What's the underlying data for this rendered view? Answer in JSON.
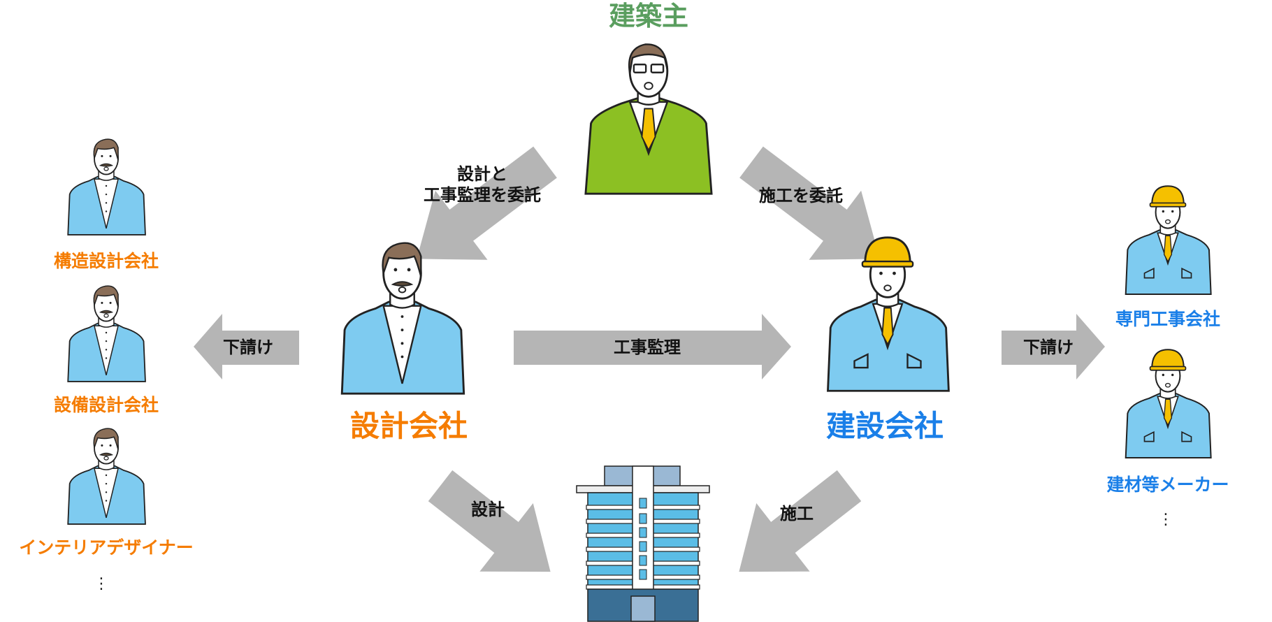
{
  "client": {
    "label": "建築主"
  },
  "design_firm": {
    "label": "設計会社"
  },
  "construction_company": {
    "label": "建設会社"
  },
  "arrows": {
    "client_to_design": [
      "設計と",
      "工事監理を委託"
    ],
    "client_to_construction": "施工を委託",
    "supervision": "工事監理",
    "design_subcontract": "下請け",
    "construction_subcontract": "下請け",
    "design_to_building": "設計",
    "construction_to_building": "施工"
  },
  "design_subcontractors": [
    "構造設計会社",
    "設備設計会社",
    "インテリアデザイナー"
  ],
  "construction_subcontractors": [
    "専門工事会社",
    "建材等メーカー"
  ],
  "ellipsis": "⋮",
  "colors": {
    "orange": "#f57c00",
    "blue": "#1a7fe8",
    "green": "#5a9e5f",
    "arrow": "#b5b5b5"
  }
}
